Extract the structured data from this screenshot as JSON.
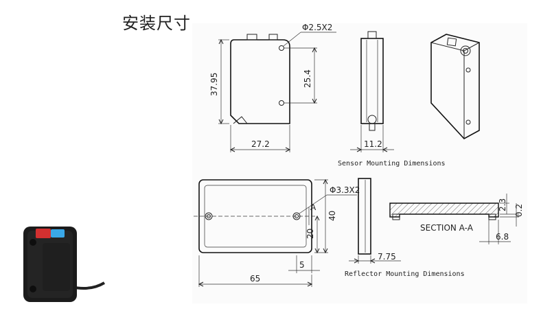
{
  "title": "安装尺寸",
  "sensor": {
    "hole_label": "Φ2.5X2",
    "height_label": "37.95",
    "hole_spacing_label": "25.4",
    "width_label": "27.2",
    "depth_label": "11.2",
    "caption": "Sensor Mounting Dimensions"
  },
  "reflector": {
    "hole_label": "Φ3.3X2",
    "section_marker": "A",
    "height_label": "40",
    "half_height_label": "20",
    "edge_offset_label": "5",
    "width_label": "65",
    "thickness_label": "7.75",
    "section_label": "SECTION A-A",
    "groove_depth_label": "2.3",
    "groove_gap_label": "0.2",
    "groove_width_label": "6.8",
    "caption": "Reflector Mounting Dimensions"
  },
  "colors": {
    "line": "#222222",
    "photo_body": "#1b1b1b",
    "photo_led_red": "#d23030",
    "photo_led_blue": "#3aa8e8"
  }
}
